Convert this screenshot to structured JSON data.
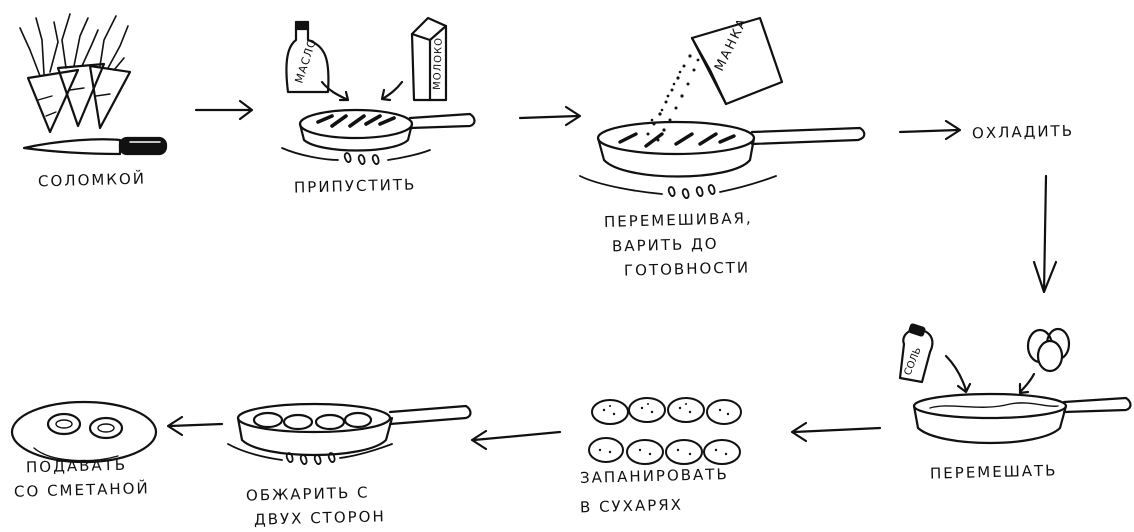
{
  "steps": [
    {
      "label": "СОЛОМКОЙ"
    },
    {
      "label": "ПРИПУСТИТЬ"
    },
    {
      "label_lines": [
        "ПЕРЕМЕШИВАЯ,",
        "ВАРИТЬ ДО",
        "ГОТОВНОСТИ"
      ]
    },
    {
      "label": "ОХЛАДИТЬ"
    },
    {
      "label": "ПЕРЕМЕШАТЬ"
    },
    {
      "label_lines": [
        "ЗАПАНИРОВАТЬ",
        "В СУХАРЯХ"
      ]
    },
    {
      "label_lines": [
        "ОБЖАРИТЬ С",
        "ДВУХ СТОРОН"
      ]
    },
    {
      "label_lines": [
        "ПОДАВАТЬ",
        "СО СМЕТАНОЙ"
      ]
    }
  ],
  "items": {
    "oil_label": "МАСЛО",
    "milk_label": "МОЛОКО",
    "semolina_label": "МАНКА",
    "salt_label": "СОЛЬ"
  }
}
